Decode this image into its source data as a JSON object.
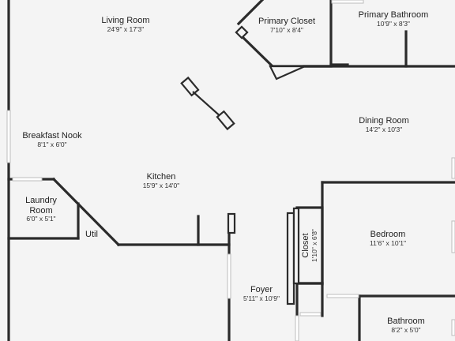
{
  "colors": {
    "wall": "#2b2b2b",
    "floor": "#f4f4f4",
    "window": "#ffffff",
    "window_edge": "#bdbdbd"
  },
  "rooms": {
    "living_room": {
      "name": "Living Room",
      "dims": "24'9\" x 17'3\""
    },
    "primary_closet": {
      "name": "Primary Closet",
      "dims": "7'10\" x 8'4\""
    },
    "primary_bathroom": {
      "name": "Primary Bathroom",
      "dims": "10'9\" x 8'3\""
    },
    "dining_room": {
      "name": "Dining Room",
      "dims": "14'2\" x 10'3\""
    },
    "breakfast_nook": {
      "name": "Breakfast Nook",
      "dims": "8'1\" x 6'0\""
    },
    "kitchen": {
      "name": "Kitchen",
      "dims": "15'9\" x 14'0\""
    },
    "laundry_room": {
      "name_line1": "Laundry",
      "name_line2": "Room",
      "dims": "6'0\" x 5'1\""
    },
    "util": {
      "name": "Util"
    },
    "bedroom": {
      "name": "Bedroom",
      "dims": "11'6\" x 10'1\""
    },
    "closet": {
      "name": "Closet",
      "dims": "1'10\" x 6'8\""
    },
    "foyer": {
      "name": "Foyer",
      "dims": "5'11\" x 10'9\""
    },
    "bathroom": {
      "name": "Bathroom",
      "dims": "8'2\" x 5'0\""
    }
  }
}
